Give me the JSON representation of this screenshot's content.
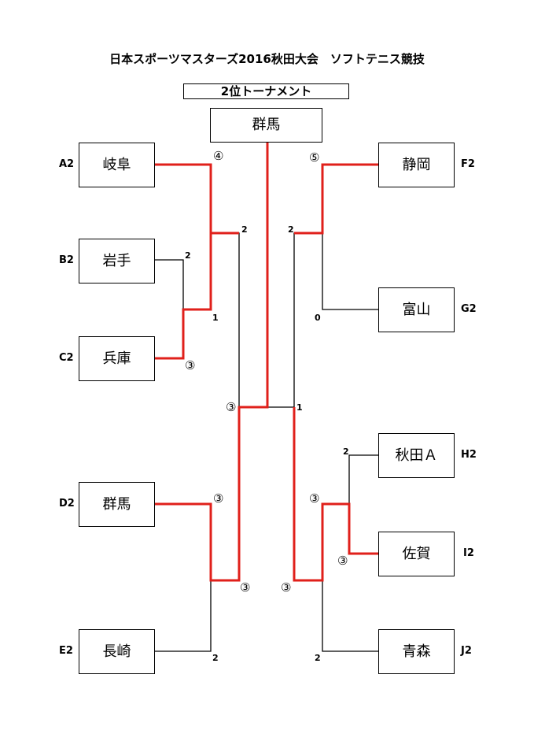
{
  "title": "日本スポーツマスターズ2016秋田大会　ソフトテニス競技",
  "subtitle": "2位トーナメント",
  "winner": "群馬",
  "teams": [
    {
      "seed": "A2",
      "name": "岐阜"
    },
    {
      "seed": "B2",
      "name": "岩手"
    },
    {
      "seed": "C2",
      "name": "兵庫"
    },
    {
      "seed": "D2",
      "name": "群馬"
    },
    {
      "seed": "E2",
      "name": "長崎"
    },
    {
      "seed": "F2",
      "name": "静岡"
    },
    {
      "seed": "G2",
      "name": "富山"
    },
    {
      "seed": "H2",
      "name": "秋田Ａ"
    },
    {
      "seed": "I2",
      "name": "佐賀"
    },
    {
      "seed": "J2",
      "name": "青森"
    }
  ],
  "scores": {
    "gifu_vs_iwate_hyogo": "④",
    "iwate": "2",
    "iwate_hyogo_winner": "1",
    "hyogo": "③",
    "left_upper_final": "2",
    "left_final": "③",
    "gunma_mark": "③",
    "nagasaki": "2",
    "left_lower_final": "③",
    "right_final": "1",
    "shizuoka": "⑤",
    "shizuoka_final": "2",
    "toyama": "0",
    "akita": "2",
    "akita_saga_winner": "③",
    "saga": "③",
    "right_lower_final": "③",
    "aomori": "2"
  },
  "colors": {
    "win": "#e0201b",
    "line": "#000000"
  }
}
